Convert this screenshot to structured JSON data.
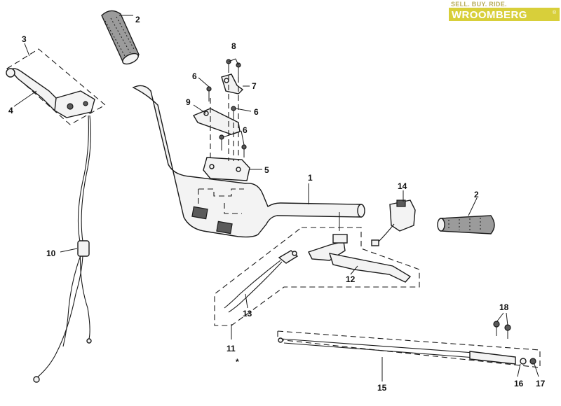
{
  "logo": {
    "tagline": "SELL. BUY. RIDE.",
    "name": "WROOMBERG",
    "registered": "®"
  },
  "callouts": [
    {
      "id": "1",
      "text": "1"
    },
    {
      "id": "2a",
      "text": "2"
    },
    {
      "id": "2b",
      "text": "2"
    },
    {
      "id": "3",
      "text": "3"
    },
    {
      "id": "4",
      "text": "4"
    },
    {
      "id": "5",
      "text": "5"
    },
    {
      "id": "6a",
      "text": "6"
    },
    {
      "id": "6b",
      "text": "6"
    },
    {
      "id": "6c",
      "text": "6"
    },
    {
      "id": "7",
      "text": "7"
    },
    {
      "id": "8",
      "text": "8"
    },
    {
      "id": "9",
      "text": "9"
    },
    {
      "id": "10",
      "text": "10"
    },
    {
      "id": "11",
      "text": "11"
    },
    {
      "id": "12",
      "text": "12"
    },
    {
      "id": "13",
      "text": "13"
    },
    {
      "id": "14",
      "text": "14"
    },
    {
      "id": "15",
      "text": "15"
    },
    {
      "id": "16",
      "text": "16"
    },
    {
      "id": "17",
      "text": "17"
    },
    {
      "id": "18",
      "text": "18"
    }
  ],
  "asterisk": "*"
}
